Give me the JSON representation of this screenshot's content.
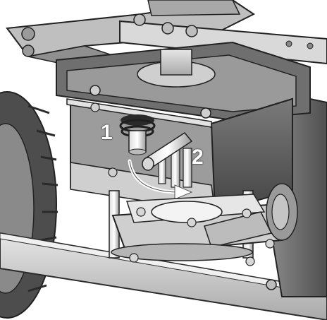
{
  "callouts": [
    {
      "label": "1",
      "meaning": "shaft-collar"
    },
    {
      "label": "2",
      "meaning": "rotate-arrow"
    }
  ],
  "colors": {
    "steel": "#c9c9c9",
    "steel_dark": "#6e6e6e",
    "outline": "#2b2b2b",
    "tire": "#5a5a5a",
    "callout_text": "#ffffff"
  },
  "icons": [
    "rotation-arrow-icon"
  ]
}
